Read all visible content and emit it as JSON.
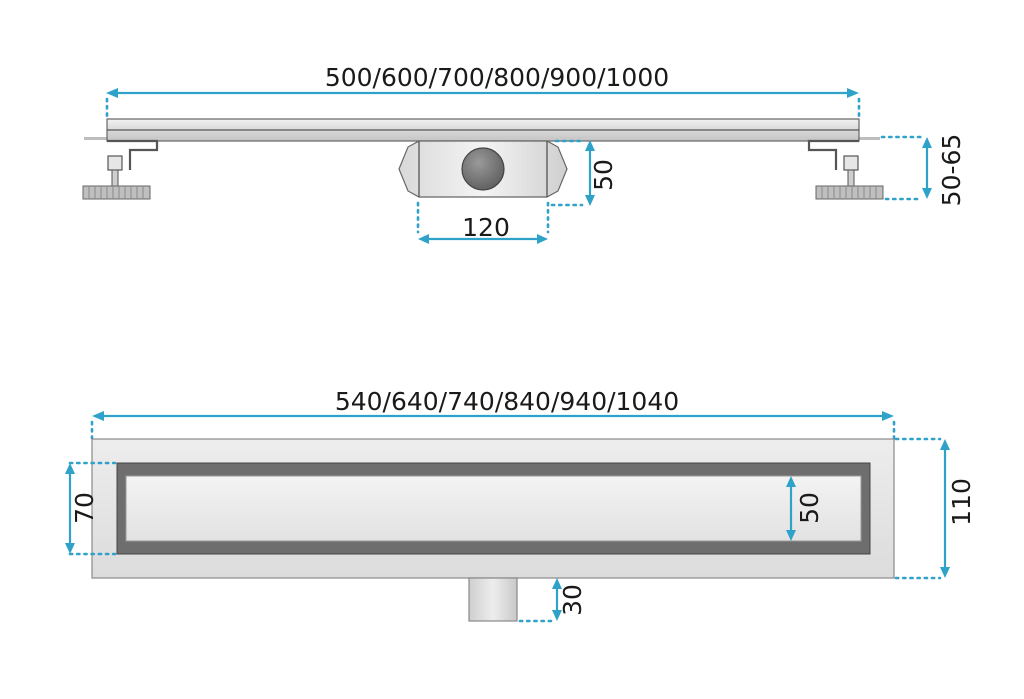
{
  "side_view": {
    "length_label": "500/600/700/800/900/1000",
    "outlet_width_label": "120",
    "outlet_height_label": "50",
    "adjust_height_label": "50-65"
  },
  "top_view": {
    "length_label": "540/640/740/840/940/1040",
    "grate_width_label": "70",
    "inner_width_label": "50",
    "total_width_label": "110",
    "outlet_depth_label": "30"
  },
  "colors": {
    "dimension": "#2fa2c9",
    "steel_light": "#e3e3e3",
    "steel_dark": "#6e6e6e"
  }
}
